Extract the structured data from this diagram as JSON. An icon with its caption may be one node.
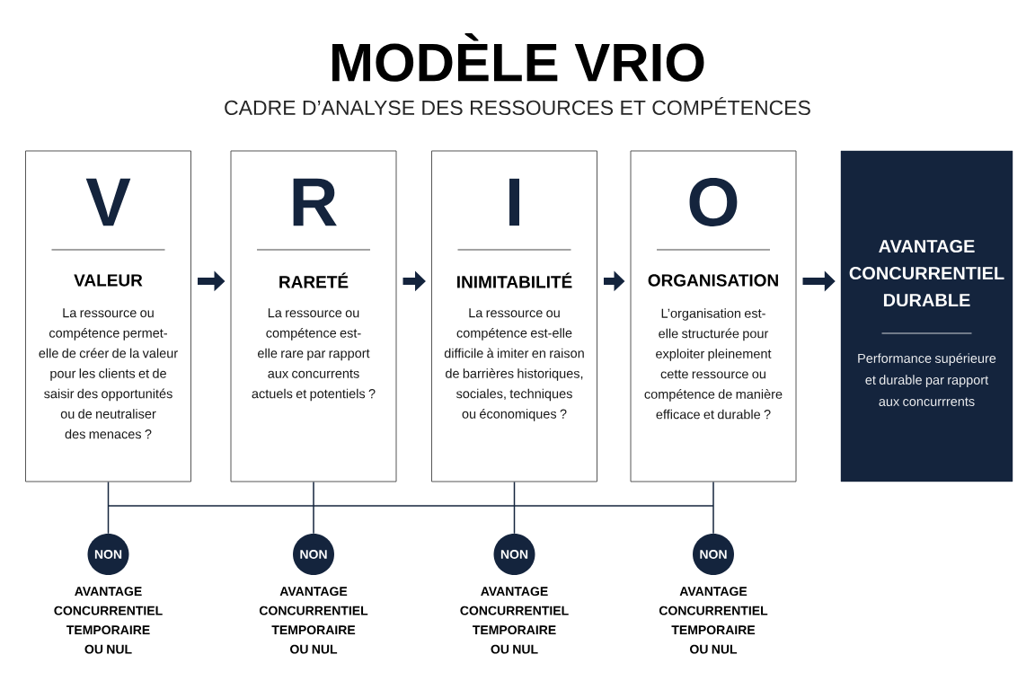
{
  "diagram": {
    "title": "MODÈLE VRIO",
    "caption": "CADRE D’ANALYSE DES RESSOURCES ET COMPÉTENCES",
    "nodes": [
      {
        "text": [
          "V",
          "VALEUR",
          "La ressource ou compétence permet-elle de créer de la valeur pour les clients et de saisir des opportunités ou de neutraliser des menaces ?"
        ]
      },
      {
        "text": [
          "R",
          "RARETÉ",
          "La ressource ou compétence est-elle rare par rapport aux concurrents actuels et potentiels ?"
        ]
      },
      {
        "text": [
          "I",
          "INIMITABILITÉ",
          "La ressource ou compétence est-elle difficile à imiter en raison de barrières historiques, sociales, techniques ou économiques ?"
        ]
      },
      {
        "text": [
          "O",
          "ORGANISATION",
          "L’organisation est-elle structurée pour exploiter pleinement cette ressource ou compétence de manière efficace et durable ?"
        ]
      },
      {
        "text": [
          "AVANTAGE CONCURRENTIEL DURABLE",
          "Performance supérieure et durable par rapport aux concurrrents"
        ]
      },
      {
        "text": [
          "NON"
        ],
        "beside": [
          "AVANTAGE CONCURRENTIEL TEMPORAIRE OU NUL"
        ]
      },
      {
        "text": [
          "NON"
        ],
        "beside": [
          "AVANTAGE CONCURRENTIEL TEMPORAIRE OU NUL"
        ]
      },
      {
        "text": [
          "NON"
        ],
        "beside": [
          "AVANTAGE CONCURRENTIEL TEMPORAIRE OU NUL"
        ]
      },
      {
        "text": [
          "NON"
        ],
        "beside": [
          "AVANTAGE CONCURRENTIEL TEMPORAIRE OU NUL"
        ]
      }
    ],
    "edges": [
      {
        "from": 0,
        "to": 1,
        "arrow": "to",
        "style": "thick"
      },
      {
        "from": 1,
        "to": 2,
        "arrow": "to",
        "style": "thick"
      },
      {
        "from": 2,
        "to": 3,
        "arrow": "to",
        "style": "thick"
      },
      {
        "from": 3,
        "to": 4,
        "arrow": "to",
        "style": "thick"
      },
      {
        "from": 0,
        "to": 5,
        "arrow": "none"
      },
      {
        "from": 1,
        "to": 6,
        "arrow": "none"
      },
      {
        "from": 2,
        "to": 7,
        "arrow": "none"
      },
      {
        "from": 3,
        "to": 8,
        "arrow": "none"
      }
    ]
  }
}
